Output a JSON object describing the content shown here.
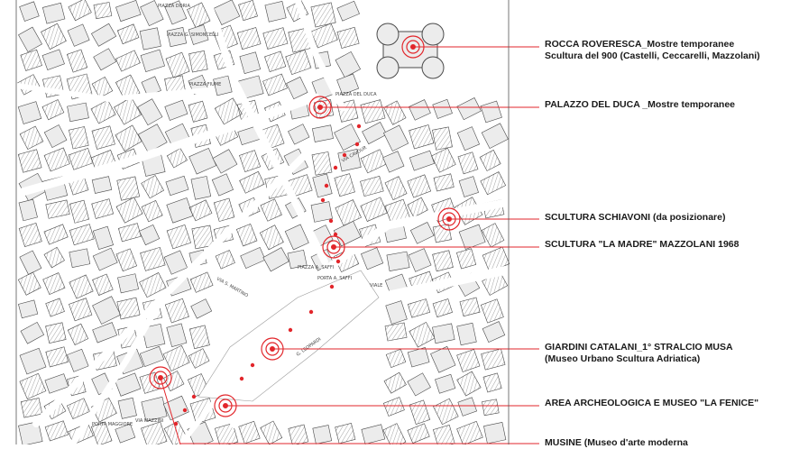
{
  "map": {
    "colors": {
      "accent": "#e2262b",
      "block_fill": "#ececec",
      "block_stroke": "#4a4a4a",
      "hatch": "#8a8a8a",
      "background": "#ffffff"
    },
    "place_labels": {
      "piazza_doria": "PIAZZA DORIA",
      "piazza_simoncelli": "PIAZZA G. SIMONCELLI",
      "piazza_fiume": "PIAZZA FIUME",
      "piazza_del_duca": "PIAZZA DEL DUCA",
      "piazza_saffi": "PIAZZA A. SAFFI",
      "porta_saffi": "PORTA A. SAFFI",
      "viale": "VIALE",
      "via_mazzini": "VIA MAZZINI",
      "porta_maggiore": "PORTA MAGGIORE",
      "leopardi": "G. LEOPARDI",
      "via_cavour": "VIA CAVOUR",
      "via_san_martino": "VIA S. MARTINO"
    },
    "legend": [
      {
        "id": "rocca",
        "line1": "ROCCA ROVERESCA_Mostre temporanee",
        "line2": "Scultura del 900 (Castelli, Ceccarelli, Mazzolani)"
      },
      {
        "id": "palazzo",
        "line1": "PALAZZO DEL DUCA _Mostre temporanee",
        "line2": ""
      },
      {
        "id": "schiavoni",
        "line1": "SCULTURA SCHIAVONI (da posizionare)",
        "line2": ""
      },
      {
        "id": "madre",
        "line1": "SCULTURA \"LA MADRE\" MAZZOLANI 1968",
        "line2": ""
      },
      {
        "id": "giardini",
        "line1": "GIARDINI CATALANI_1° STRALCIO MUSA",
        "line2": "(Museo Urbano Scultura Adriatica)"
      },
      {
        "id": "fenice",
        "line1": "AREA ARCHEOLOGICA E MUSEO \"LA FENICE\"",
        "line2": ""
      },
      {
        "id": "musine",
        "line1": "MUSINE (Museo d'arte moderna",
        "line2": ""
      }
    ]
  }
}
